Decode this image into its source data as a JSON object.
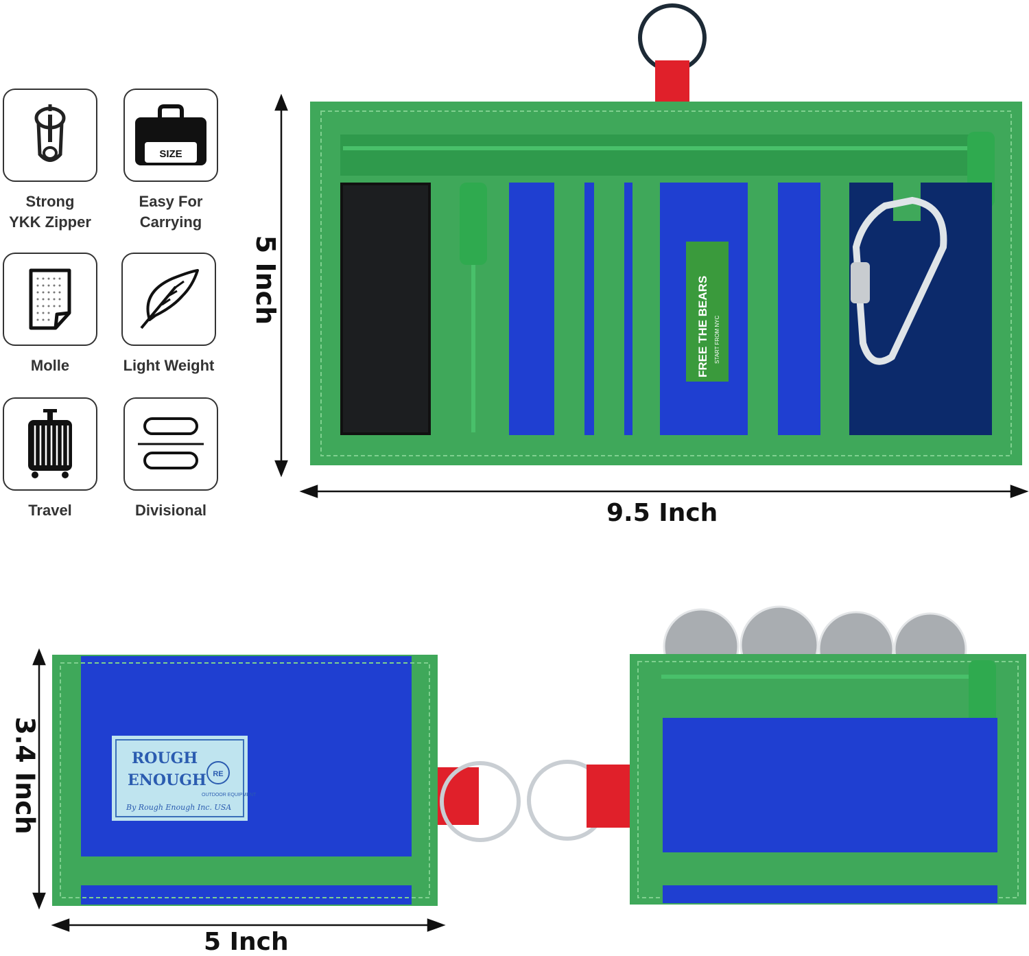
{
  "features": [
    {
      "label": "Strong\nYKK Zipper",
      "icon": "zipper-icon"
    },
    {
      "label": "Easy For\nCarrying",
      "icon": "briefcase-size-icon",
      "icon_text": "SIZE"
    },
    {
      "label": "Molle",
      "icon": "molle-fabric-icon"
    },
    {
      "label": "Light Weight",
      "icon": "feather-icon"
    },
    {
      "label": "Travel",
      "icon": "luggage-icon"
    },
    {
      "label": "Divisional",
      "icon": "divisional-icon"
    }
  ],
  "dimensions": {
    "open_height": "5 Inch",
    "open_width": "9.5 Inch",
    "folded_height": "3.4 Inch",
    "folded_width": "5 Inch"
  },
  "wallet": {
    "inner_label": "FREE THE BEARS",
    "inner_sublabel": "START FROM NYC",
    "patch_line1": "ROUGH",
    "patch_line2": "ENOUGH",
    "patch_line3": "By Rough Enough Inc. USA",
    "patch_badge": "RE",
    "patch_side": "OUTDOOR EQUIPMENT"
  },
  "colors": {
    "trim_green": "#3fa85a",
    "body_blue": "#1f3fd1",
    "navy": "#0c2a6b",
    "strap_red": "#e0202a"
  }
}
